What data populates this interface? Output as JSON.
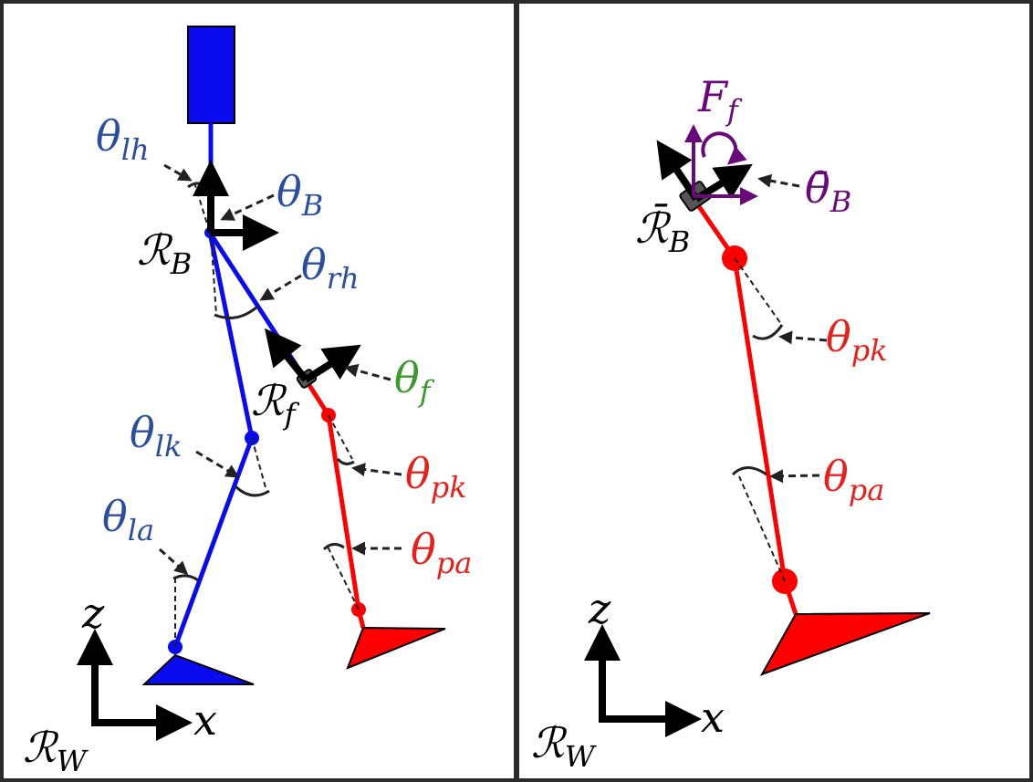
{
  "colors": {
    "blue_leg": "#0b0bf0",
    "blue_label": "#2b4f9e",
    "red_leg": "#ff0000",
    "red_label": "#e8201c",
    "green_label": "#3a9a2e",
    "purple": "#6a0a7a",
    "frame": "#000000",
    "border": "#2b2b2b"
  },
  "left_panel": {
    "theta_lh": {
      "base": "θ",
      "sub": "lh"
    },
    "theta_B": {
      "base": "θ",
      "sub": "B"
    },
    "R_B": {
      "base": "ℛ",
      "sub": "B"
    },
    "theta_rh": {
      "base": "θ",
      "sub": "rh"
    },
    "theta_f": {
      "base": "θ",
      "sub": "f"
    },
    "R_f": {
      "base": "ℛ",
      "sub": "f"
    },
    "theta_lk": {
      "base": "θ",
      "sub": "lk"
    },
    "theta_pk": {
      "base": "θ",
      "sub": "pk"
    },
    "theta_la": {
      "base": "θ",
      "sub": "la"
    },
    "theta_pa": {
      "base": "θ",
      "sub": "pa"
    },
    "axis_z": "z",
    "axis_x": "x",
    "R_W": {
      "base": "ℛ",
      "sub": "W"
    }
  },
  "right_panel": {
    "F_f": {
      "base": "F",
      "sub": "f"
    },
    "theta_B_bar": {
      "base": "θ̄",
      "sub": "B"
    },
    "R_B_bar": {
      "base": "ℛ̄",
      "sub": "B"
    },
    "theta_pk": {
      "base": "θ",
      "sub": "pk"
    },
    "theta_pa": {
      "base": "θ",
      "sub": "pa"
    },
    "axis_z": "z",
    "axis_x": "x",
    "R_W": {
      "base": "ℛ",
      "sub": "W"
    }
  }
}
